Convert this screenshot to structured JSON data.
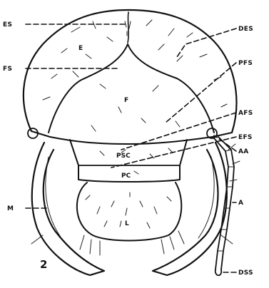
{
  "figure": {
    "number": "2",
    "labels": {
      "ES": "ES",
      "FS": "FS",
      "M": "M",
      "DES": "DES",
      "PFS": "PFS",
      "AFS": "AFS",
      "EFS": "EFS",
      "AA": "AA",
      "A": "A",
      "DSS": "DSS"
    },
    "regions": {
      "E": "E",
      "F": "F",
      "PSC": "PSC",
      "PC": "PC",
      "L": "L"
    }
  },
  "colors": {
    "ink": "#111111",
    "background": "#ffffff"
  }
}
